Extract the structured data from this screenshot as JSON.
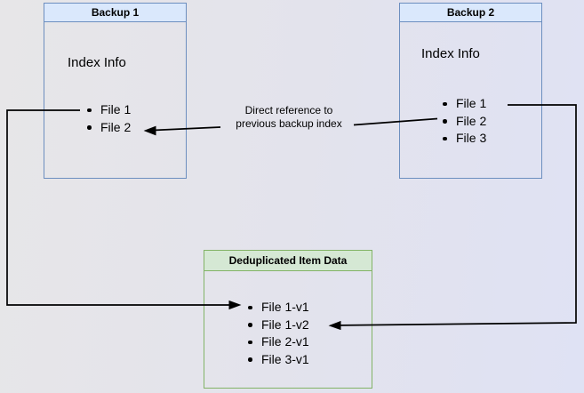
{
  "diagram": {
    "backup1": {
      "title": "Backup 1",
      "body_label": "Index Info",
      "files": [
        "File 1",
        "File 2"
      ]
    },
    "backup2": {
      "title": "Backup 2",
      "body_label": "Index Info",
      "files": [
        "File 1",
        "File 2",
        "File 3"
      ]
    },
    "dedup": {
      "title": "Deduplicated Item Data",
      "items": [
        "File 1-v1",
        "File 1-v2",
        "File 2-v1",
        "File 3-v1"
      ]
    },
    "edge_label": "Direct reference to previous backup index",
    "colors": {
      "blue-border": "#6c8ebf",
      "blue-header": "#dae8fc",
      "green-border": "#82b366",
      "green-header": "#d5e8d4",
      "arrow": "#000000"
    }
  }
}
